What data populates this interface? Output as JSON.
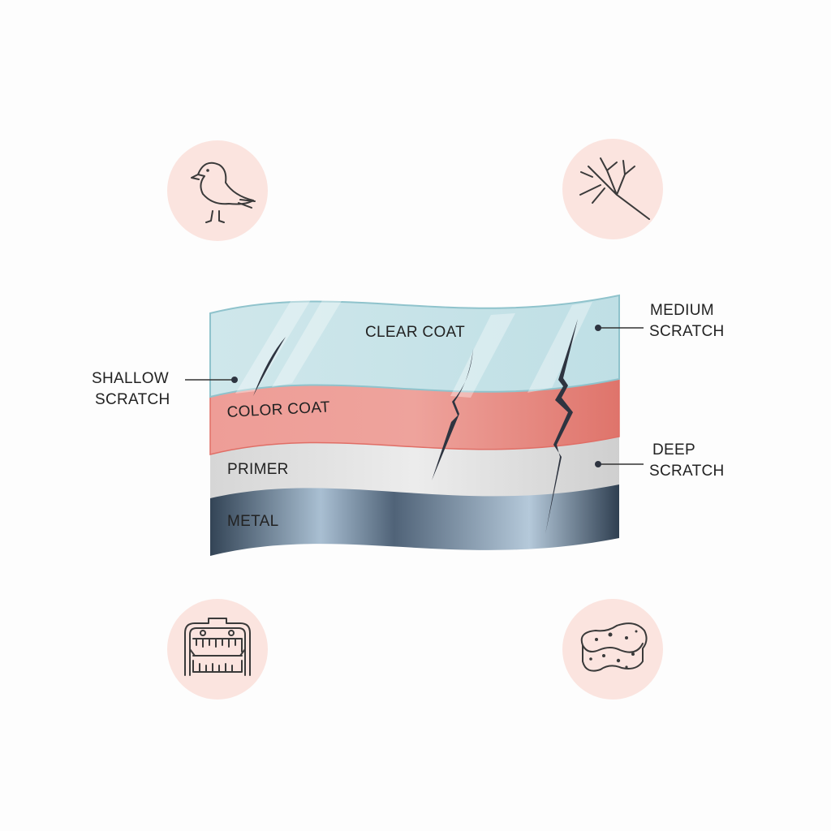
{
  "layers": {
    "clear_coat": "CLEAR COAT",
    "color_coat": "COLOR COAT",
    "primer": "PRIMER",
    "metal": "METAL"
  },
  "callouts": {
    "shallow": [
      "SHALLOW",
      "SCRATCH"
    ],
    "medium": [
      "MEDIUM",
      "SCRATCH"
    ],
    "deep": [
      "DEEP",
      "SCRATCH"
    ]
  },
  "icons": [
    "bird-icon",
    "tree-branch-icon",
    "car-wash-brush-icon",
    "sponge-icon"
  ],
  "colors": {
    "clear_coat": "#c6e3e8",
    "color_coat": "#e8847c",
    "primer": "#e2e2e2",
    "metal": "#4a5d70",
    "icon_circle": "#fbe4df"
  }
}
